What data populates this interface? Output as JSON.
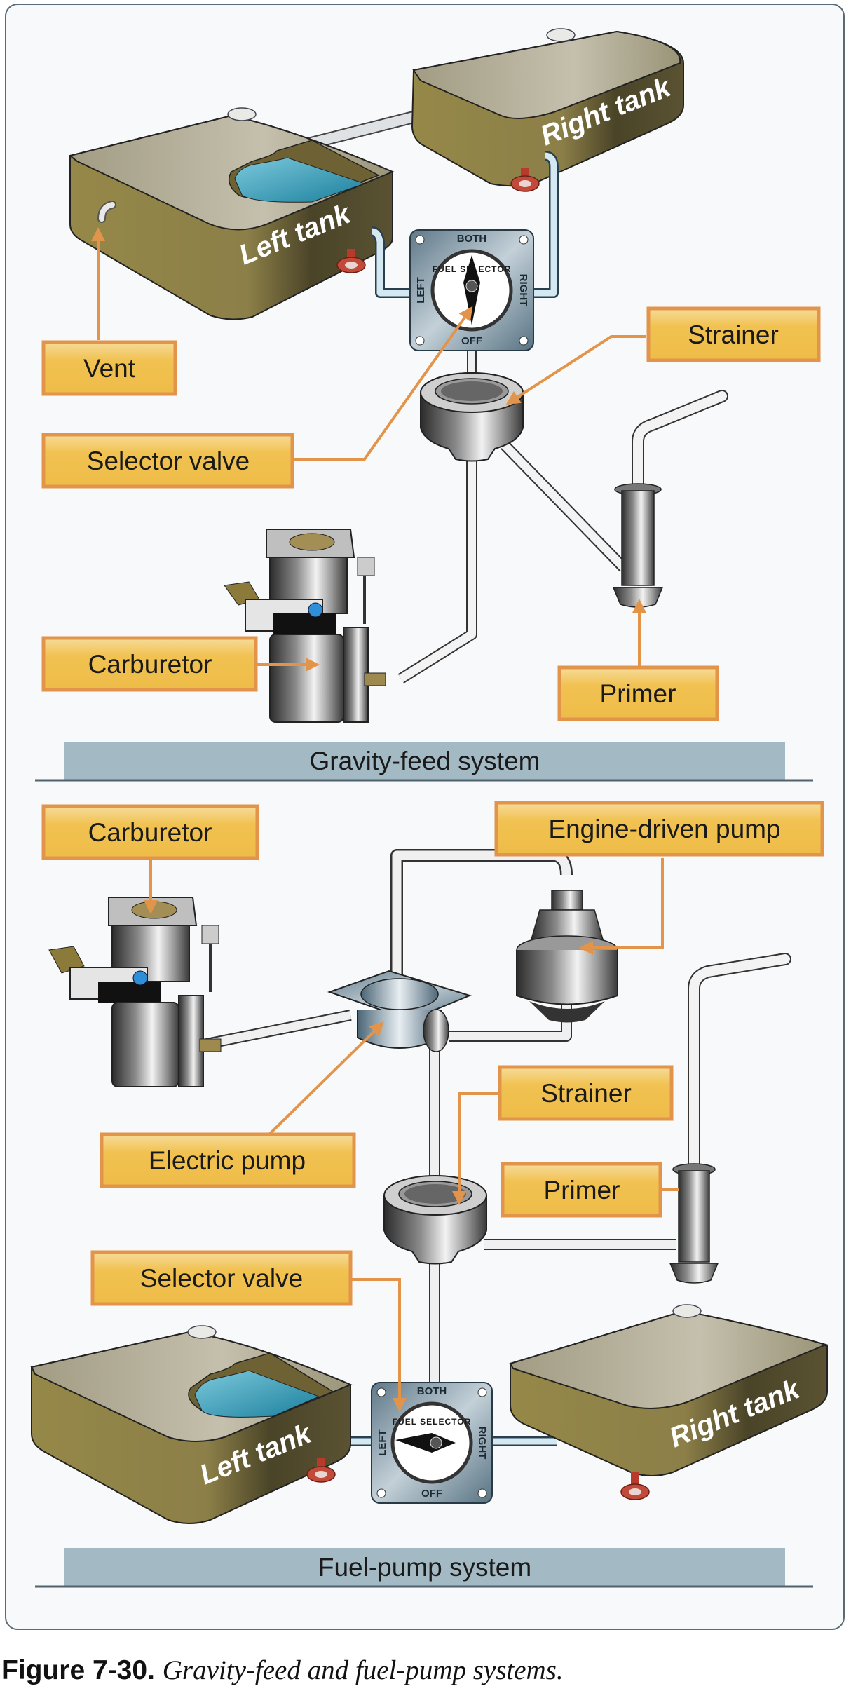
{
  "figure": {
    "number": "Figure 7-30.",
    "caption": "Gravity-feed and fuel-pump systems."
  },
  "colors": {
    "label_fill": "#f1bf4c",
    "label_border": "#e2954a",
    "leader_line": "#e2954a",
    "tank_side": "#8c7f48",
    "tank_top": "#bdb7a2",
    "fuel": "#2a9ab8",
    "band": "#a3b9c3",
    "frame_border": "#5a6b76",
    "background": "#f7f9fb"
  },
  "gravity_feed": {
    "title": "Gravity-feed system",
    "tanks": {
      "left": "Left tank",
      "right": "Right tank"
    },
    "selector_dial": {
      "top": "BOTH",
      "left": "LEFT",
      "right": "RIGHT",
      "bottom": "OFF",
      "face": "FUEL SELECTOR",
      "position": "OFF"
    },
    "labels": {
      "vent": "Vent",
      "selector_valve": "Selector valve",
      "strainer": "Strainer",
      "carburetor": "Carburetor",
      "primer": "Primer"
    }
  },
  "fuel_pump": {
    "title": "Fuel-pump system",
    "tanks": {
      "left": "Left tank",
      "right": "Right tank"
    },
    "selector_dial": {
      "top": "BOTH",
      "left": "LEFT",
      "right": "RIGHT",
      "bottom": "OFF",
      "face": "FUEL SELECTOR",
      "position": "LEFT"
    },
    "labels": {
      "carburetor": "Carburetor",
      "engine_driven_pump": "Engine-driven pump",
      "electric_pump": "Electric pump",
      "strainer": "Strainer",
      "primer": "Primer",
      "selector_valve": "Selector valve"
    }
  }
}
